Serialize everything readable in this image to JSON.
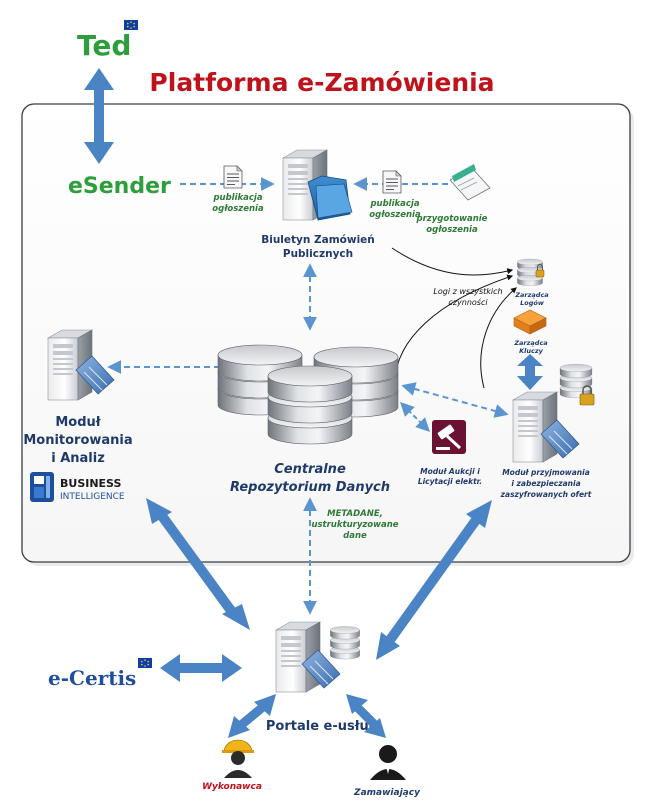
{
  "title": "Platforma e-Zamówienia",
  "colors": {
    "title_red": "#c0121b",
    "green": "#2e9e3c",
    "navy": "#1f3a6a",
    "arrow_blue": "#4a84c4",
    "dash_blue": "#5b95d0"
  },
  "nodes": {
    "ted": "Ted",
    "esender": "eSender",
    "bulletin": {
      "line1": "Biuletyn Zamówień",
      "line2": "Publicznych"
    },
    "pub_left": {
      "line1": "publikacja",
      "line2": "ogłoszenia"
    },
    "pub_right": {
      "line1": "publikacja",
      "line2": "ogłoszenia"
    },
    "prep": {
      "line1": "przygotowanie",
      "line2": "ogłoszenia"
    },
    "logs_label": {
      "line1": "Logi z wszystkich",
      "line2": "czynności"
    },
    "log_manager": {
      "line1": "Zarządca",
      "line2": "Logów"
    },
    "key_manager": {
      "line1": "Zarządca",
      "line2": "Kluczy"
    },
    "monitoring": {
      "line1": "Moduł",
      "line2": "Monitorowania",
      "line3": "i Analiz"
    },
    "bi": {
      "line1": "BUSINESS",
      "line2": "INTELLIGENCE"
    },
    "central": {
      "line1": "Centralne",
      "line2": "Repozytorium Danych"
    },
    "metadata": {
      "line1": "METADANE,",
      "line2": "ustrukturyzowane",
      "line3": "dane"
    },
    "auction": {
      "line1": "Moduł Aukcji i",
      "line2": "Licytacji elektr."
    },
    "offers": {
      "line1": "Moduł przyjmowania",
      "line2": "i zabezpieczania",
      "line3": "zaszyfrowanych ofert"
    },
    "ecertis": "e-Certis",
    "portal": "Portale e-usług",
    "contractor": "Wykonawca",
    "buyer": "Zamawiający"
  },
  "icons": {
    "server": "server-icon",
    "database": "database-icon",
    "document": "document-icon",
    "folder": "folder-icon",
    "gavel": "gavel-icon",
    "padlock": "padlock-icon",
    "key": "key-icon",
    "eu_flag": "eu-flag-icon",
    "worker": "worker-icon",
    "user": "user-icon"
  }
}
